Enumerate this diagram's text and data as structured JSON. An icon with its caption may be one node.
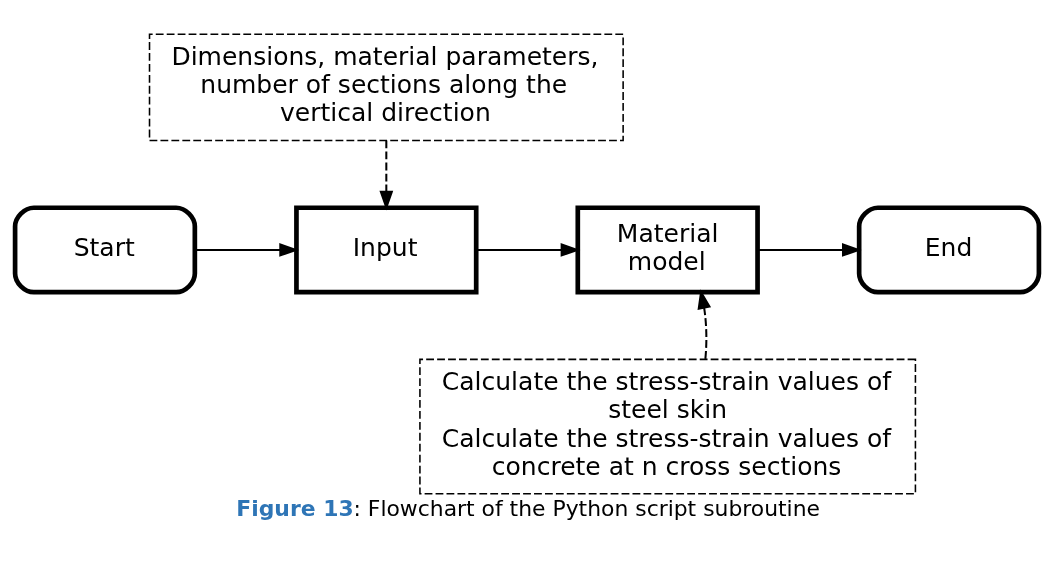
{
  "diagram": {
    "caption": "**Figure 13**: Flowchart of the Python script subroutine",
    "nodes": [
      {
        "text": [
          "Dimensions, material parameters, number of sections along the vertical direction"
        ]
      },
      {
        "text": [
          "Start"
        ]
      },
      {
        "text": [
          "Input"
        ]
      },
      {
        "text": [
          "Material model"
        ]
      },
      {
        "text": [
          "End"
        ]
      },
      {
        "text": [
          "Calculate the stress-strain values of steel skin",
          "Calculate the stress-strain values of concrete at n cross sections"
        ]
      }
    ],
    "edges": [
      {
        "from": 1,
        "to": 2,
        "arrow": "to"
      },
      {
        "from": 2,
        "to": 3,
        "arrow": "to"
      },
      {
        "from": 3,
        "to": 4,
        "arrow": "to"
      },
      {
        "from": 0,
        "to": 2,
        "arrow": "to",
        "style": "dashed"
      },
      {
        "from": 5,
        "to": 3,
        "arrow": "to",
        "style": "dashed"
      }
    ]
  }
}
